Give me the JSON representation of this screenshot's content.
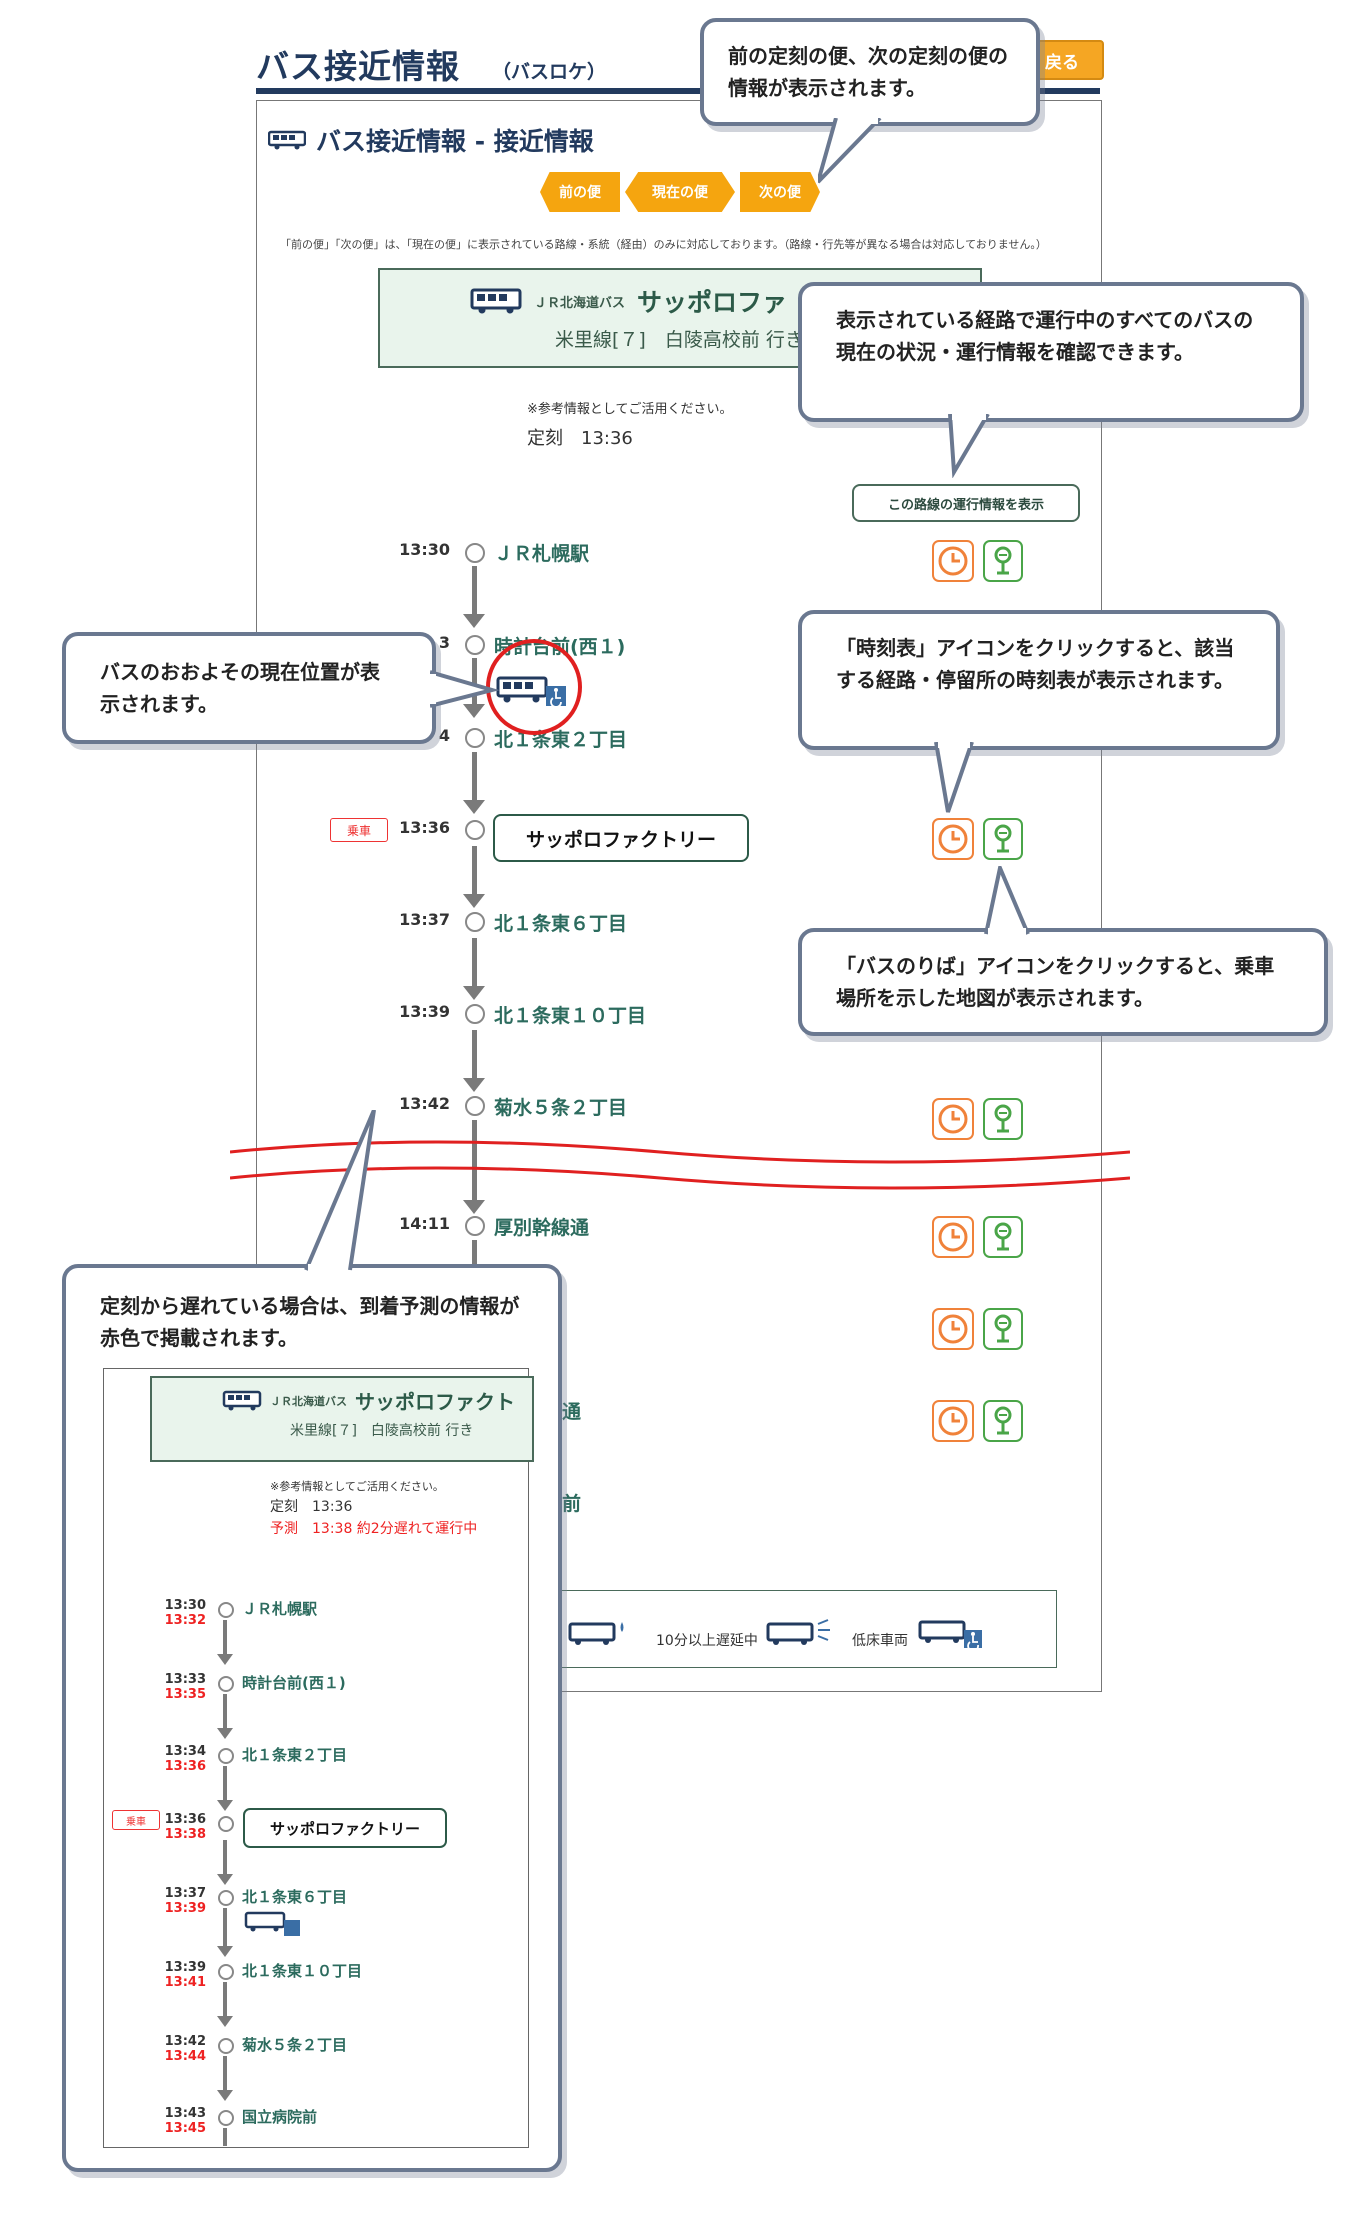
{
  "header": {
    "title": "バス接近情報",
    "subtitle": "（バスロケ）",
    "back_label": "戻る"
  },
  "panel": {
    "heading": "バス接近情報 - 接近情報",
    "nav": {
      "prev": "前の便",
      "current": "現在の便",
      "next": "次の便"
    },
    "note": "「前の便」「次の便」は、「現在の便」に表示されている路線・系統（経由）のみに対応しております。（路線・行先等が異なる場合は対応しておりません。）",
    "route": {
      "company": "ＪＲ北海道バス",
      "name": "サッポロファ",
      "destination": "米里線[７]　白陵高校前 行き"
    },
    "reference_note": "※参考情報としてご活用ください。",
    "schedule": "定刻　13:36",
    "status_button": "この路線の運行情報を表示",
    "boarding_badge": "乗車",
    "stops": [
      {
        "time": "13:30",
        "name": "ＪＲ札幌駅"
      },
      {
        "time": "3",
        "name": "時計台前(西１)"
      },
      {
        "time": "4",
        "name": "北１条東２丁目"
      },
      {
        "time": "13:36",
        "name": "サッポロファクトリー"
      },
      {
        "time": "13:37",
        "name": "北１条東６丁目"
      },
      {
        "time": "13:39",
        "name": "北１条東１０丁目"
      },
      {
        "time": "13:42",
        "name": "菊水５条２丁目"
      },
      {
        "time": "14:11",
        "name": "厚別幹線通"
      },
      {
        "time": "",
        "name": "通"
      },
      {
        "time": "",
        "name": "前"
      }
    ],
    "legend": {
      "delay10": "10分以上遅延中",
      "lowfloor": "低床車両"
    }
  },
  "callouts": {
    "c1": "前の定刻の便、次の定刻の便の情報が表示されます。",
    "c2": "表示されている経路で運行中のすべてのバスの現在の状況・運行情報を確認できます。",
    "c3": "バスのおおよその現在位置が表示されます。",
    "c4": "「時刻表」アイコンをクリックすると、該当する経路・停留所の時刻表が表示されます。",
    "c5": "「バスのりば」アイコンをクリックすると、乗車場所を示した地図が表示されます。",
    "c6": "定刻から遅れている場合は、到着予測の情報が赤色で掲載されます。"
  },
  "inner": {
    "company": "ＪＲ北海道バス",
    "route_name": "サッポロファクト",
    "destination": "米里線[７]　白陵高校前 行き",
    "reference_note": "※参考情報としてご活用ください。",
    "schedule": "定刻　13:36",
    "prediction": "予測　13:38 約2分遅れて運行中",
    "boarding_badge": "乗車",
    "stops": [
      {
        "time": "13:30",
        "late": "13:32",
        "name": "ＪＲ札幌駅"
      },
      {
        "time": "13:33",
        "late": "13:35",
        "name": "時計台前(西１)"
      },
      {
        "time": "13:34",
        "late": "13:36",
        "name": "北１条東２丁目"
      },
      {
        "time": "13:36",
        "late": "13:38",
        "name": "サッポロファクトリー"
      },
      {
        "time": "13:37",
        "late": "13:39",
        "name": "北１条東６丁目"
      },
      {
        "time": "13:39",
        "late": "13:41",
        "name": "北１条東１０丁目"
      },
      {
        "time": "13:42",
        "late": "13:44",
        "name": "菊水５条２丁目"
      },
      {
        "time": "13:43",
        "late": "13:45",
        "name": "国立病院前"
      }
    ]
  },
  "colors": {
    "navy": "#223a5e",
    "orange": "#f5a50f",
    "late_red": "#e22222",
    "stop_green": "#2c6b5e"
  }
}
